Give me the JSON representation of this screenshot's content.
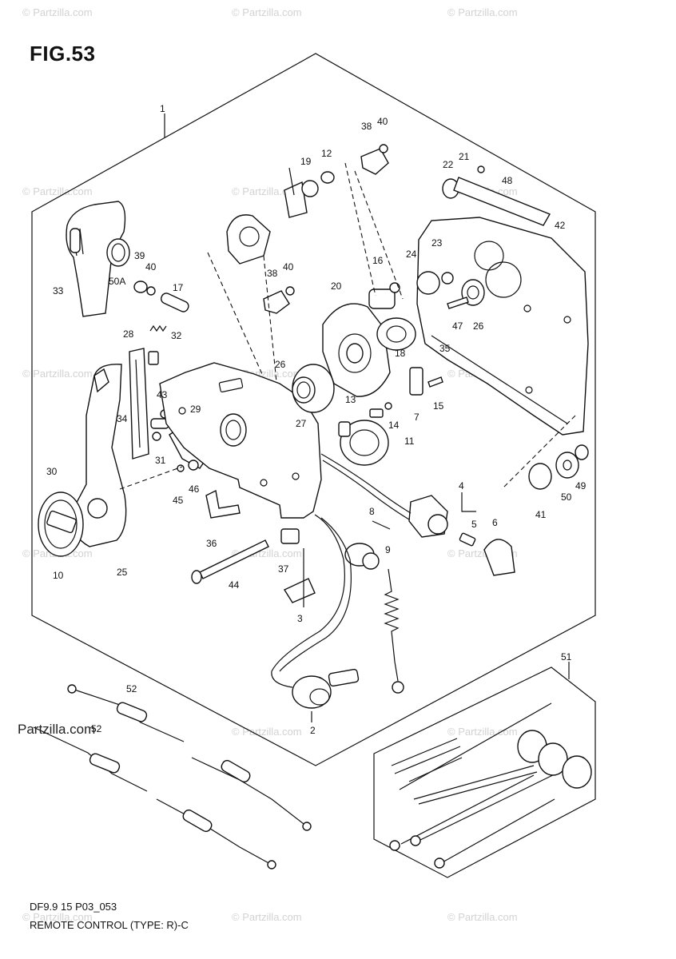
{
  "figure": {
    "title": "FIG.53",
    "footer_code": "DF9.9 15 P03_053",
    "footer_desc": "REMOTE CONTROL (TYPE: R)-C",
    "watermark_text": "Partzilla.com",
    "watermark_small": "© Partzilla.com"
  },
  "callouts": {
    "c1": "1",
    "c2": "2",
    "c3": "3",
    "c4": "4",
    "c5": "5",
    "c6": "6",
    "c7": "7",
    "c8": "8",
    "c9": "9",
    "c10": "10",
    "c11": "11",
    "c12": "12",
    "c13": "13",
    "c14": "14",
    "c15": "15",
    "c16": "16",
    "c17": "17",
    "c18": "18",
    "c19": "19",
    "c20": "20",
    "c21": "21",
    "c22": "22",
    "c23": "23",
    "c24": "24",
    "c25": "25",
    "c26a": "26",
    "c26b": "26",
    "c27": "27",
    "c28": "28",
    "c29": "29",
    "c30": "30",
    "c31": "31",
    "c32": "32",
    "c33": "33",
    "c34": "34",
    "c35": "35",
    "c36": "36",
    "c37": "37",
    "c38a": "38",
    "c38b": "38",
    "c39": "39",
    "c40a": "40",
    "c40b": "40",
    "c40c": "40",
    "c41": "41",
    "c42": "42",
    "c43": "43",
    "c44": "44",
    "c45": "45",
    "c46": "46",
    "c47": "47",
    "c48": "48",
    "c49": "49",
    "c50": "50",
    "c50a": "50A",
    "c51": "51",
    "c52a": "52",
    "c52b": "52"
  }
}
